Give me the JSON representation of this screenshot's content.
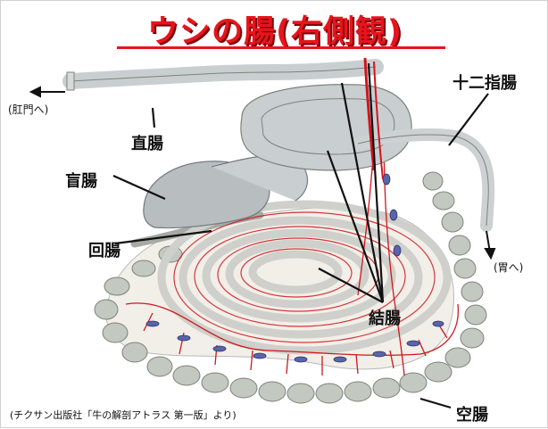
{
  "title": "ウシの腸(右側観)",
  "labels": {
    "duodenum": "十二指腸",
    "rectum": "直腸",
    "cecum": "盲腸",
    "ileum": "回腸",
    "colon": "結腸",
    "jejunum": "空腸",
    "to_anus": "(肛門へ)",
    "to_stomach": "(胃へ)"
  },
  "source_credit": "(チクサン出版社「牛の解剖アトラス 第一版」より)",
  "colors": {
    "title_red": "#e8141c",
    "artery_red": "#d0161c",
    "intestine_gray": "#c9ced1",
    "lymph_blue": "#5a64a8"
  }
}
